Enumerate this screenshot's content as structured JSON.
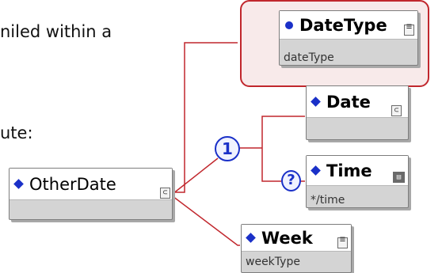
{
  "background_text": {
    "line1": "niled within a",
    "line2": "ute:"
  },
  "nodes": {
    "root": {
      "label": "OtherDate",
      "icon": "element-expand-icon"
    },
    "datetype": {
      "label": "DateType",
      "type": "dateType",
      "icon": "element-sequence-icon"
    },
    "date": {
      "label": "Date",
      "icon": "element-expand-icon"
    },
    "time": {
      "label": "Time",
      "path": "*/time",
      "icon": "element-simple-icon"
    },
    "week": {
      "label": "Week",
      "type": "weekType",
      "icon": "element-sequence-icon"
    }
  },
  "compositor": {
    "choice": "1",
    "optional": "?"
  },
  "colors": {
    "connector": "#c1272d",
    "compositor": "#1a30c8",
    "node_fill": "#d4d4d4",
    "outer_box_fill": "#f8eaea"
  }
}
